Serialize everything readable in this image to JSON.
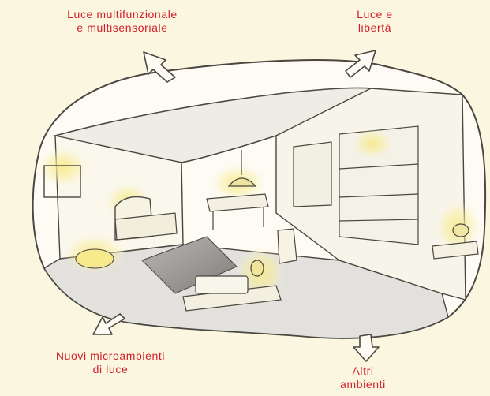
{
  "labels": {
    "top_left": [
      "Luce multifunzionale",
      "e multisensoriale"
    ],
    "top_right": [
      "Luce e",
      "libertà"
    ],
    "bottom_left": [
      "Nuovi microambienti",
      "di luce"
    ],
    "bottom_right": [
      "Altri",
      "ambienti"
    ]
  },
  "colors": {
    "background": "#fbf6df",
    "label_text": "#d21f2b",
    "ink": "#4a4640",
    "glow": "#f6e98a",
    "floor": "#e2e1dd",
    "ceiling": "#eeece4"
  },
  "icons": [
    "arrow-top-left-icon",
    "arrow-top-right-icon",
    "arrow-bottom-left-icon",
    "arrow-bottom-down-icon"
  ]
}
